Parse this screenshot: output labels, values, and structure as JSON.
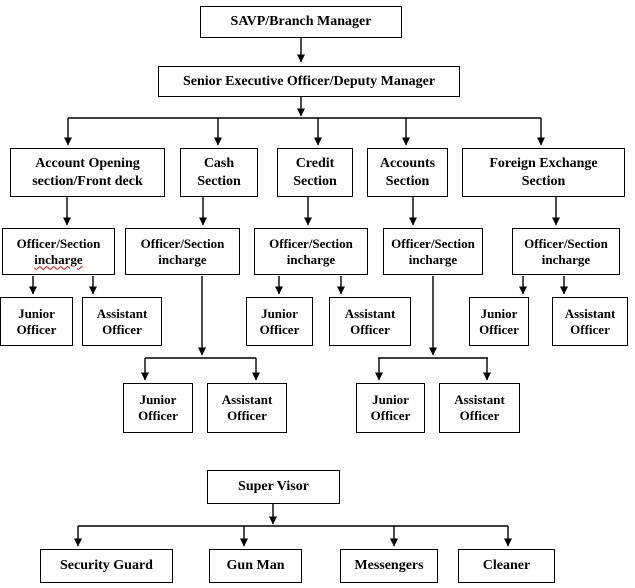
{
  "colors": {
    "box_border": "#000000",
    "text": "#000000",
    "background": "#ffffff",
    "spellcheck_underline": "#e00000",
    "connector_line": "#000000"
  },
  "nodes": {
    "manager": {
      "label": "SAVP/Branch Manager"
    },
    "deputy": {
      "label": "Senior Executive Officer/Deputy Manager"
    },
    "sections": [
      {
        "label": "Account Opening section/Front deck"
      },
      {
        "label": "Cash Section"
      },
      {
        "label": "Credit Section"
      },
      {
        "label": "Accounts Section"
      },
      {
        "label": "Foreign Exchange Section"
      }
    ],
    "incharge": {
      "line1": "Officer/Section",
      "line2": "incharge"
    },
    "junior": {
      "label": "Junior Officer"
    },
    "assistant": {
      "label": "Assistant Officer"
    },
    "supervisor": {
      "label": "Super Visor"
    },
    "support_staff": [
      {
        "label": "Security Guard"
      },
      {
        "label": "Gun Man"
      },
      {
        "label": "Messengers"
      },
      {
        "label": "Cleaner"
      }
    ]
  },
  "edges": [
    "SAVP/Branch Manager -> Senior Executive Officer/Deputy Manager",
    "Senior Executive Officer/Deputy Manager -> Account Opening section/Front deck",
    "Senior Executive Officer/Deputy Manager -> Cash Section",
    "Senior Executive Officer/Deputy Manager -> Credit Section",
    "Senior Executive Officer/Deputy Manager -> Accounts Section",
    "Senior Executive Officer/Deputy Manager -> Foreign Exchange Section",
    "Account Opening section/Front deck -> Officer/Section incharge -> Junior Officer + Assistant Officer",
    "Cash Section -> Officer/Section incharge -> Junior Officer + Assistant Officer",
    "Credit Section -> Officer/Section incharge -> Junior Officer + Assistant Officer",
    "Accounts Section -> Officer/Section incharge -> Junior Officer + Assistant Officer",
    "Foreign Exchange Section -> Officer/Section incharge -> Junior Officer + Assistant Officer",
    "Super Visor -> Security Guard + Gun Man + Messengers + Cleaner"
  ]
}
